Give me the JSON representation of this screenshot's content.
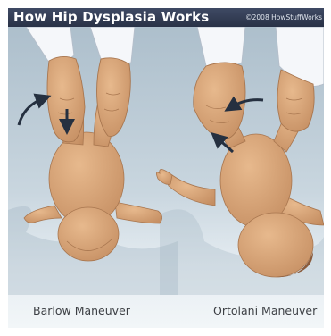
{
  "header": {
    "title": "How Hip Dysplasia Works",
    "copyright": "©2008 HowStuffWorks"
  },
  "panels": [
    {
      "caption": "Barlow Maneuver"
    },
    {
      "caption": "Ortolani Maneuver"
    }
  ],
  "colors": {
    "header_bar": "#323b54",
    "background_top": "#b6c7d3",
    "background_bottom": "#eef3f6",
    "skin": "#d8a476",
    "skin_shadow": "#b9845a",
    "sleeve": "#f5f7fa",
    "arrow": "#253040"
  }
}
